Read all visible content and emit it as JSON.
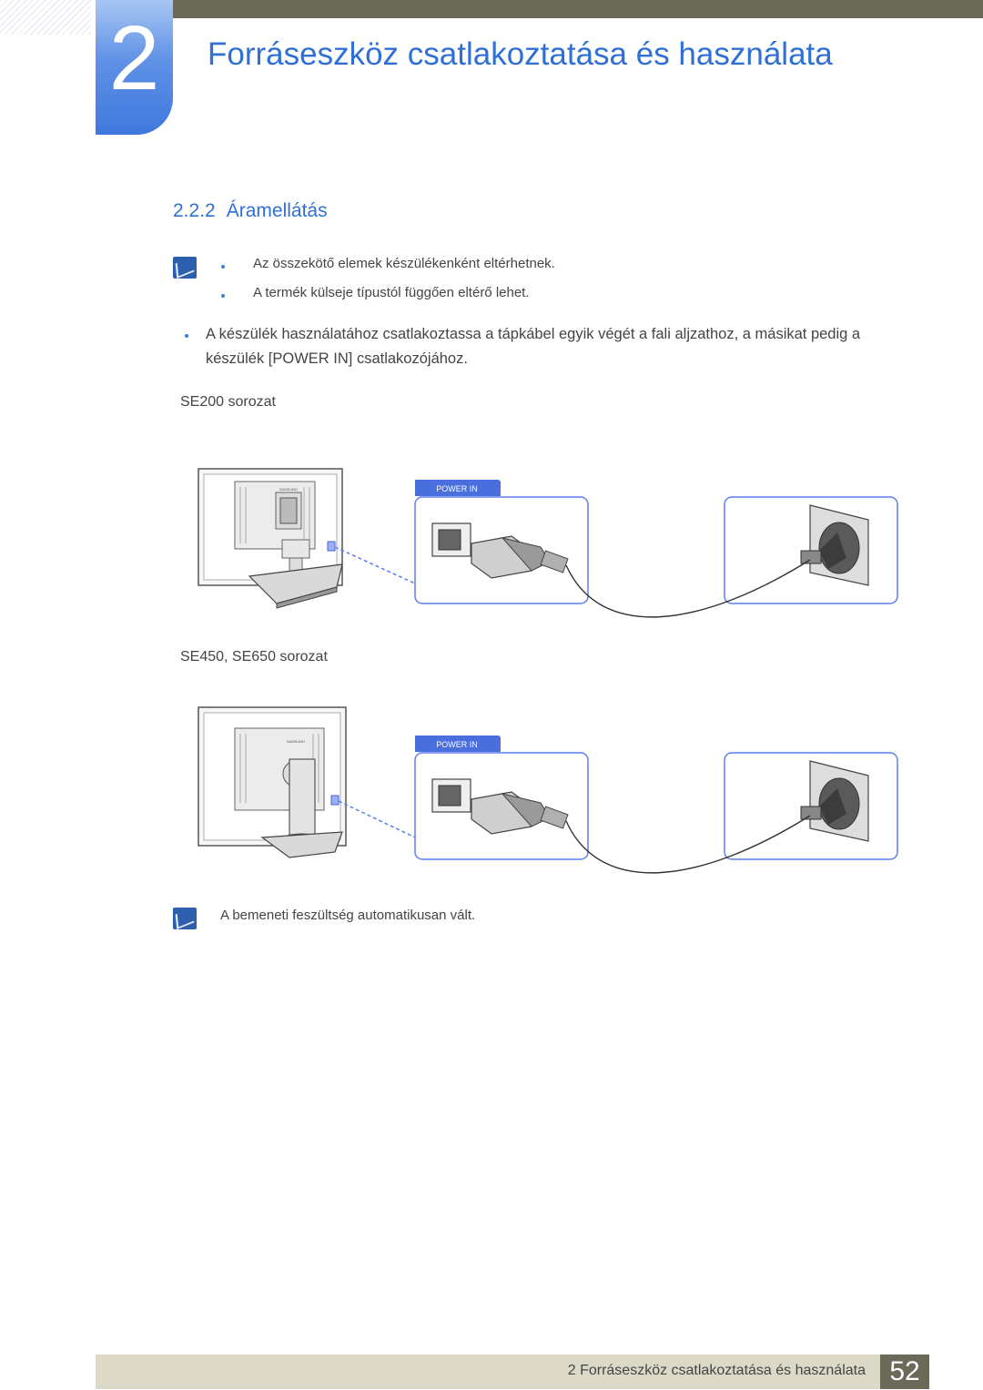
{
  "chapter": {
    "number": "2",
    "title": "Forráseszköz csatlakoztatása és használata"
  },
  "section": {
    "number": "2.2.2",
    "title": "Áramellátás"
  },
  "notes_top": [
    "Az összekötő elemek készülékenként eltérhetnek.",
    "A termék külseje típustól függően eltérő lehet."
  ],
  "instruction": "A készülék használatához csatlakoztassa a tápkábel egyik végét a fali aljzathoz, a másikat pedig a készülék [POWER IN] csatlakozójához.",
  "figures": [
    {
      "caption": "SE200 sorozat",
      "port_label": "POWER IN",
      "brand_label": "SAMSUNG"
    },
    {
      "caption": "SE450, SE650 sorozat",
      "port_label": "POWER IN",
      "brand_label": "SAMSUNG"
    }
  ],
  "note_bottom": "A bemeneti feszültség automatikusan vált.",
  "footer": {
    "text": "2 Forráseszköz csatlakoztatása és használata",
    "page_number": "52"
  },
  "colors": {
    "accent_blue": "#2f6fd6",
    "bar_dark": "#6b6a58",
    "footer_bg": "#dcd9c9",
    "note_icon": "#2e5fae",
    "connector_blue": "#5b7ff0"
  },
  "icons": {
    "note": "note-pencil-icon"
  }
}
